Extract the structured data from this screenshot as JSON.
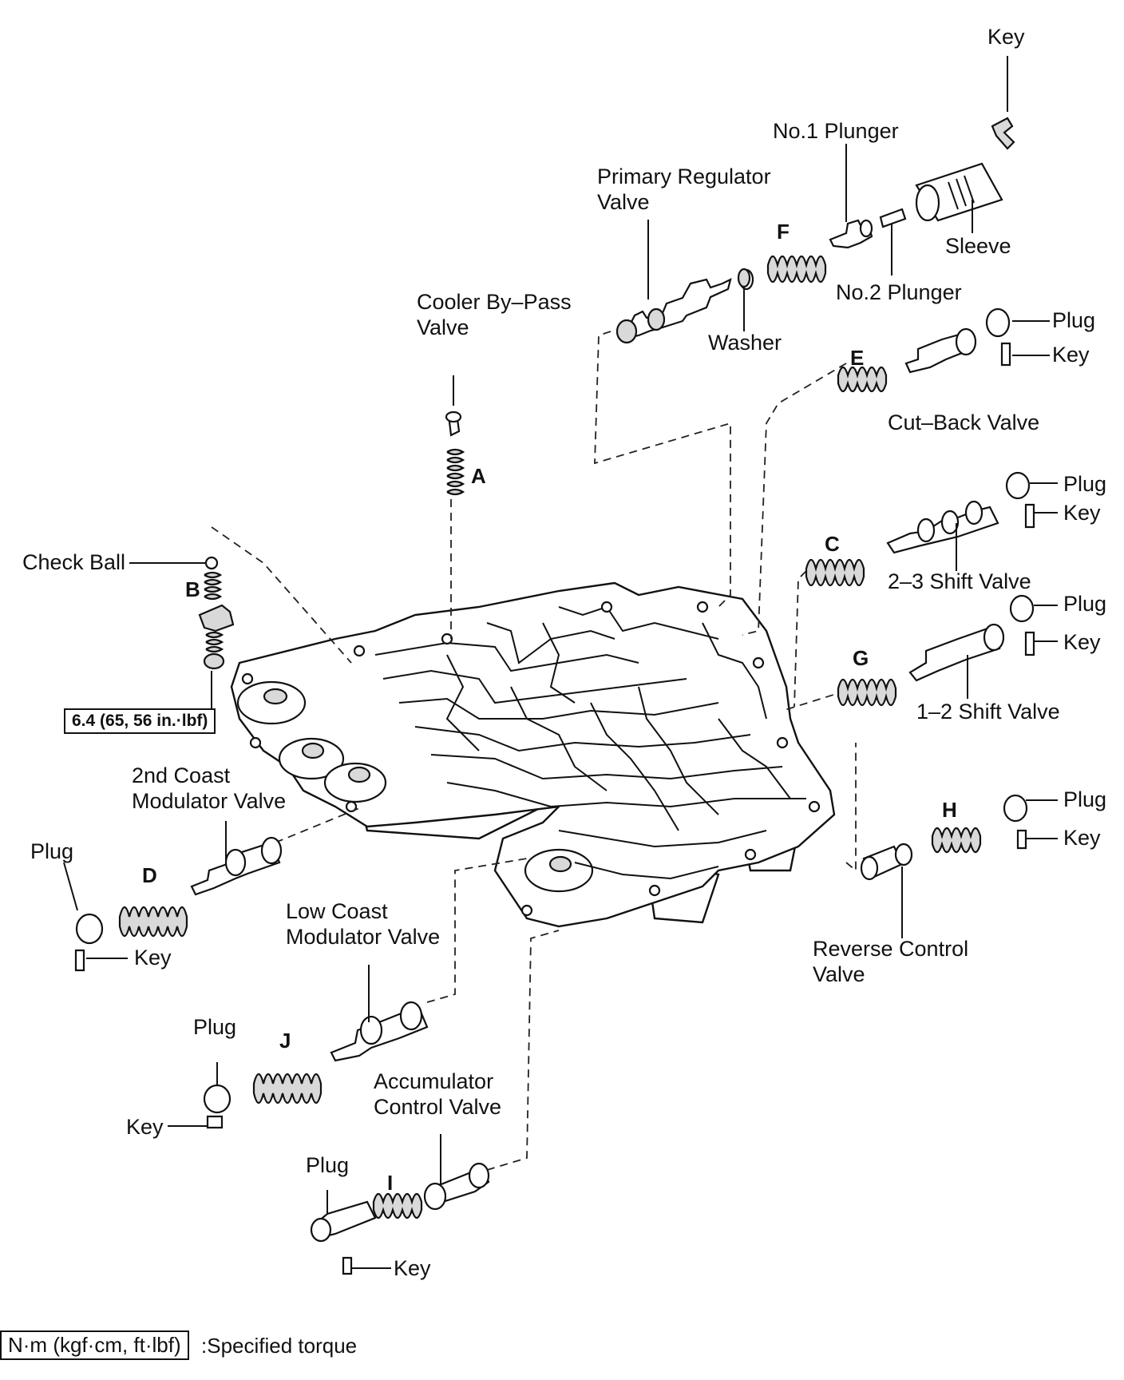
{
  "labels": {
    "key_top": "Key",
    "no1_plunger": "No.1 Plunger",
    "primary_regulator_1": "Primary Regulator",
    "primary_regulator_2": "Valve",
    "letter_f": "F",
    "sleeve": "Sleeve",
    "no2_plunger": "No.2 Plunger",
    "cooler_bypass_1": "Cooler By–Pass",
    "cooler_bypass_2": "Valve",
    "washer": "Washer",
    "plug_e": "Plug",
    "key_e": "Key",
    "letter_e": "E",
    "cut_back": "Cut–Back Valve",
    "letter_a": "A",
    "plug_c": "Plug",
    "key_c": "Key",
    "check_ball": "Check Ball",
    "letter_c": "C",
    "letter_b": "B",
    "shift_23": "2–3 Shift Valve",
    "plug_g": "Plug",
    "key_g": "Key",
    "letter_g": "G",
    "shift_12": "1–2 Shift Valve",
    "torque_value": "6.4 (65, 56 in.·lbf)",
    "coast2_1": "2nd Coast",
    "coast2_2": "Modulator Valve",
    "plug_h": "Plug",
    "key_h": "Key",
    "letter_h": "H",
    "plug_d": "Plug",
    "letter_d": "D",
    "key_d": "Key",
    "low_coast_1": "Low Coast",
    "low_coast_2": "Modulator Valve",
    "reverse_1": "Reverse Control",
    "reverse_2": "Valve",
    "plug_j": "Plug",
    "letter_j": "J",
    "key_j": "Key",
    "accum_1": "Accumulator",
    "accum_2": "Control Valve",
    "plug_i": "Plug",
    "letter_i": "I",
    "key_i": "Key"
  },
  "legend": {
    "unit": "N·m (kgf·cm, ft·lbf)",
    "description": ":Specified torque"
  }
}
